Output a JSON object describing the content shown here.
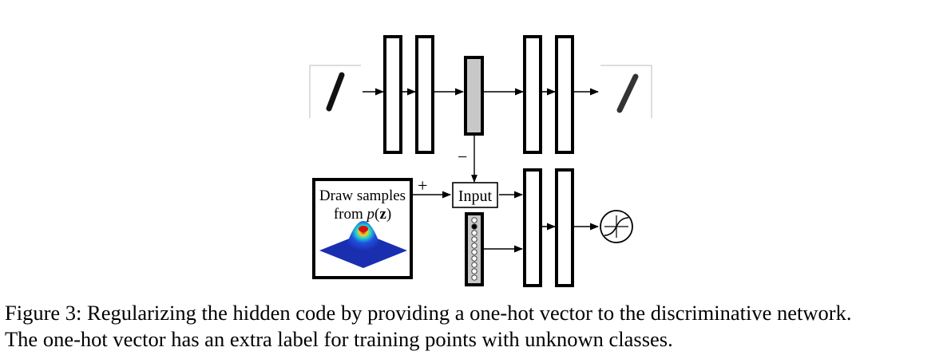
{
  "figure": {
    "sampler_label_line1": "Draw samples",
    "sampler_label_line2_prefix": "from ",
    "sampler_label_p": "p",
    "sampler_label_z": "z",
    "input_label": "Input",
    "plus_sign": "+",
    "minus_sign": "−"
  },
  "caption": {
    "line1": "Figure 3: Regularizing the hidden code by providing a one-hot vector to the discriminative network.",
    "line2": "The one-hot vector has an extra label for training points with unknown classes."
  },
  "colors": {
    "code_fill": "#c8c8c8",
    "gaussian_base": "#1f3fd0",
    "gaussian_peak": "#d21010"
  }
}
